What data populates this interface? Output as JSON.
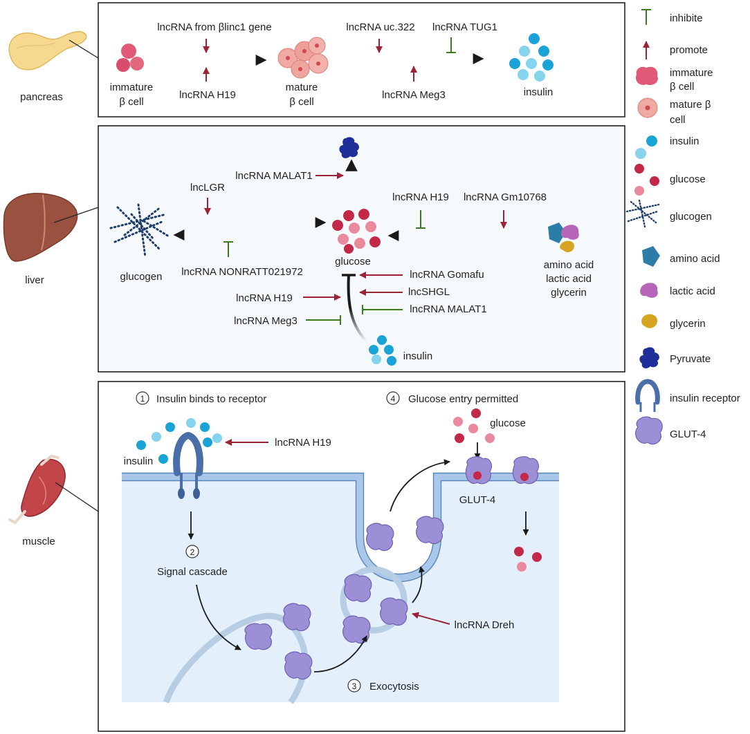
{
  "colors": {
    "promote": "#9b2335",
    "inhibit": "#3d7a1e",
    "arrow": "#1a1a1a",
    "insulin_dark": "#1aa3d6",
    "insulin_light": "#86d3ee",
    "glucose_dark": "#c42848",
    "glucose_light": "#e98a9e",
    "pyruvate": "#1f2f9a",
    "amino": "#2b7ca6",
    "lactic": "#b765b8",
    "glycerin": "#d6a421",
    "glut4": "#9c8fd6",
    "membrane": "#a9c7e8",
    "cell_bg": "#e3effb"
  },
  "organs": {
    "pancreas": "pancreas",
    "liver": "liver",
    "muscle": "muscle"
  },
  "panel1": {
    "lnc_blinc1": "lncRNA from βlinc1 gene",
    "lnc_h19": "lncRNA H19",
    "immature_1": "immature",
    "immature_2": "β cell",
    "mature_1": "mature",
    "mature_2": "β cell",
    "lnc_uc322": "lncRNA uc.322",
    "lnc_tug1": "lncRNA TUG1",
    "lnc_meg3": "lncRNA Meg3",
    "insulin": "insulin"
  },
  "panel2": {
    "lnc_malat1_top": "lncRNA MALAT1",
    "lnc_lgr": "lncLGR",
    "lnc_h19_top": "lncRNA H19",
    "lnc_gm10768": "lncRNA Gm10768",
    "glucose": "glucose",
    "glucogen": "glucogen",
    "lnc_nonratt": "lncRNA NONRATT021972",
    "amino_acid": "amino acid",
    "lactic_acid": "lactic acid",
    "glycerin": "glycerin",
    "lnc_gomafu": "lncRNA Gomafu",
    "lnc_shgl": "lncSHGL",
    "lnc_h19_left": "lncRNA H19",
    "lnc_malat1_bottom": "lncRNA MALAT1",
    "lnc_meg3": "lncRNA Meg3",
    "insulin": "insulin"
  },
  "panel3": {
    "step1_num": "1",
    "step1_text": "Insulin binds to receptor",
    "step2_num": "2",
    "step2_text": "Signal cascade",
    "step3_num": "3",
    "step3_text": "Exocytosis",
    "step4_num": "4",
    "step4_text": "Glucose entry permitted",
    "insulin": "insulin",
    "lnc_h19": "lncRNA H19",
    "glucose": "glucose",
    "glut4": "GLUT-4",
    "lnc_dreh": "lncRNA Dreh"
  },
  "legend": {
    "inhibite": "inhibite",
    "promote": "promote",
    "immature_1": "immature",
    "immature_2": "β cell",
    "mature_1": "mature β",
    "mature_2": "cell",
    "insulin": "insulin",
    "glucose": "glucose",
    "glucogen": "glucogen",
    "amino_acid": "amino acid",
    "lactic_acid": "lactic acid",
    "glycerin": "glycerin",
    "pyruvate": "Pyruvate",
    "insulin_receptor": "insulin receptor",
    "glut4": "GLUT-4"
  }
}
